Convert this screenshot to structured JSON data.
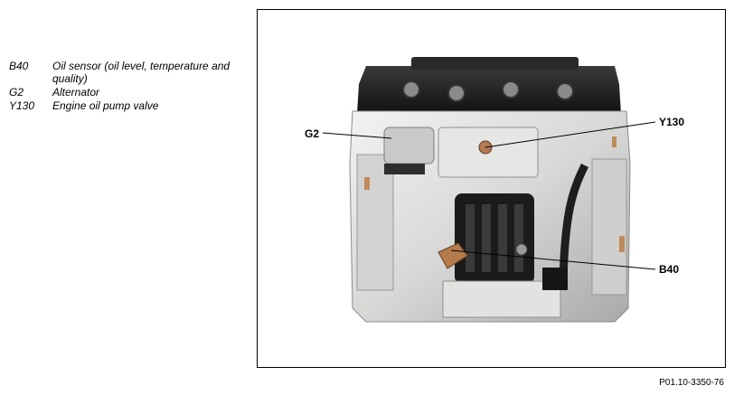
{
  "legend": [
    {
      "code": "B40",
      "description": "Oil sensor (oil level, temperature and quality)"
    },
    {
      "code": "G2",
      "description": "Alternator"
    },
    {
      "code": "Y130",
      "description": "Engine oil pump valve"
    }
  ],
  "callouts": {
    "g2": "G2",
    "y130": "Y130",
    "b40": "B40"
  },
  "figure_reference": "P01.10-3350-76"
}
